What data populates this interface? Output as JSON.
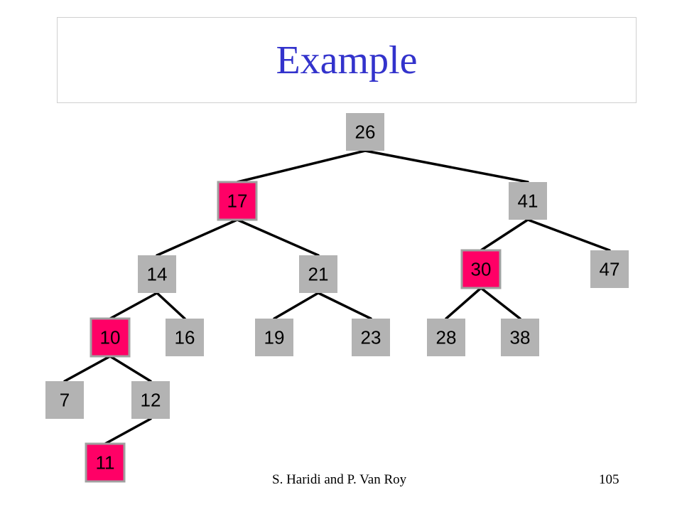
{
  "title": "Example",
  "footer": {
    "author": "S. Haridi and P. Van Roy",
    "page": "105"
  },
  "colors": {
    "title": "#3333cc",
    "node_gray": "#b3b3b3",
    "node_highlight": "#ff0066",
    "edge": "#000000"
  },
  "tree": {
    "nodes": [
      {
        "id": "n26",
        "label": "26",
        "highlight": false
      },
      {
        "id": "n17",
        "label": "17",
        "highlight": true
      },
      {
        "id": "n41",
        "label": "41",
        "highlight": false
      },
      {
        "id": "n14",
        "label": "14",
        "highlight": false
      },
      {
        "id": "n21",
        "label": "21",
        "highlight": false
      },
      {
        "id": "n30",
        "label": "30",
        "highlight": true
      },
      {
        "id": "n47",
        "label": "47",
        "highlight": false
      },
      {
        "id": "n10",
        "label": "10",
        "highlight": true
      },
      {
        "id": "n16",
        "label": "16",
        "highlight": false
      },
      {
        "id": "n19",
        "label": "19",
        "highlight": false
      },
      {
        "id": "n23",
        "label": "23",
        "highlight": false
      },
      {
        "id": "n28",
        "label": "28",
        "highlight": false
      },
      {
        "id": "n38",
        "label": "38",
        "highlight": false
      },
      {
        "id": "n7",
        "label": "7",
        "highlight": false
      },
      {
        "id": "n12",
        "label": "12",
        "highlight": false
      },
      {
        "id": "n11",
        "label": "11",
        "highlight": true
      }
    ],
    "edges": [
      [
        "n26",
        "n17"
      ],
      [
        "n26",
        "n41"
      ],
      [
        "n17",
        "n14"
      ],
      [
        "n17",
        "n21"
      ],
      [
        "n41",
        "n30"
      ],
      [
        "n41",
        "n47"
      ],
      [
        "n14",
        "n10"
      ],
      [
        "n14",
        "n16"
      ],
      [
        "n21",
        "n19"
      ],
      [
        "n21",
        "n23"
      ],
      [
        "n30",
        "n28"
      ],
      [
        "n30",
        "n38"
      ],
      [
        "n10",
        "n7"
      ],
      [
        "n10",
        "n12"
      ],
      [
        "n12",
        "n11"
      ]
    ]
  }
}
